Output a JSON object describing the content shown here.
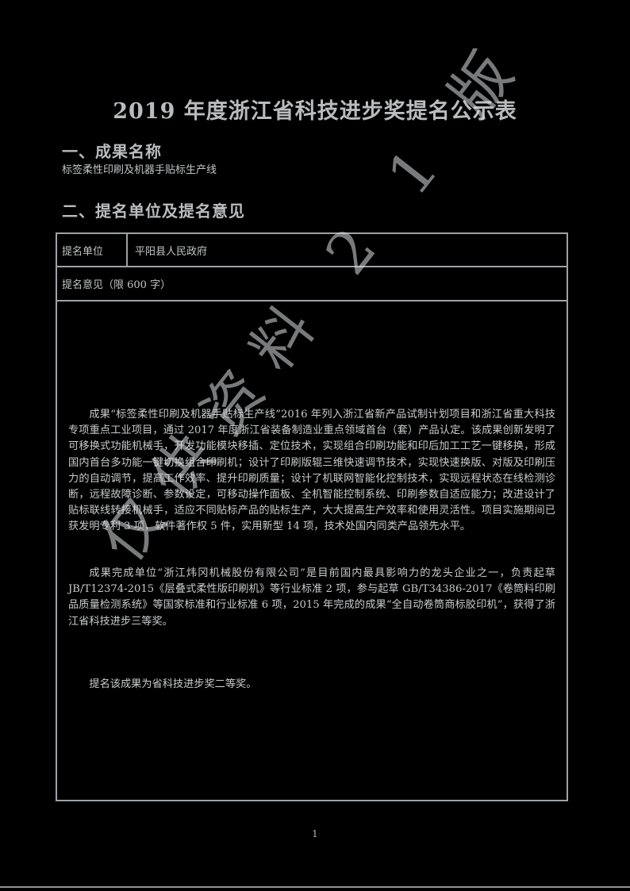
{
  "document": {
    "title": "2019 年度浙江省科技进步奖提名公示表",
    "section1": {
      "heading": "一、成果名称",
      "value": "标签柔性印刷及机器手贴标生产线"
    },
    "section2": {
      "heading": "二、提名单位及提名意见"
    },
    "table": {
      "nominator_label": "提名单位",
      "nominator_value": "平阳县人民政府",
      "opinion_label": "提名意见（限 600 字）",
      "paragraphs": [
        "成果“标签柔性印刷及机器手贴标生产线”2016 年列入浙江省新产品试制计划项目和浙江省重大科技专项重点工业项目，通过 2017 年度浙江省装备制造业重点领域首台（套）产品认定。该成果创新发明了可移换式功能机械手，开发功能模块移插、定位技术，实现组合印刷功能和印后加工工艺一键移换，形成国内首台多功能一键切换组合印刷机；设计了印刷版辊三维快速调节技术，实现快速换版、对版及印刷压力的自动调节，提高工作效率、提升印刷质量；设计了机联网智能化控制技术，实现远程状态在线检测诊断，远程故障诊断、参数设定，可移动操作面板、全机智能控制系统、印刷参数自适应能力；改进设计了贴标联线转接机械手，适应不同贴标产品的贴标生产，大大提高生产效率和使用灵活性。项目实施期间已获发明专利 3 项，软件著作权 5 件，实用新型 14 项，技术处国内同类产品领先水平。",
        "成果完成单位“浙江炜冈机械股份有限公司”是目前国内最具影响力的龙头企业之一，负责起草 JB/T12374-2015《层叠式柔性版印刷机》等行业标准 2 项，参与起草 GB/T34386-2017《卷筒料印刷品质量检测系统》等国家标准和行业标准 6 项，2015 年完成的成果“全自动卷筒商标胶印机”，获得了浙江省科技进步三等奖。",
        "提名该成果为省科技进步奖二等奖。"
      ]
    },
    "page_number": "1",
    "watermark": "仅供资料 2 1 版"
  }
}
